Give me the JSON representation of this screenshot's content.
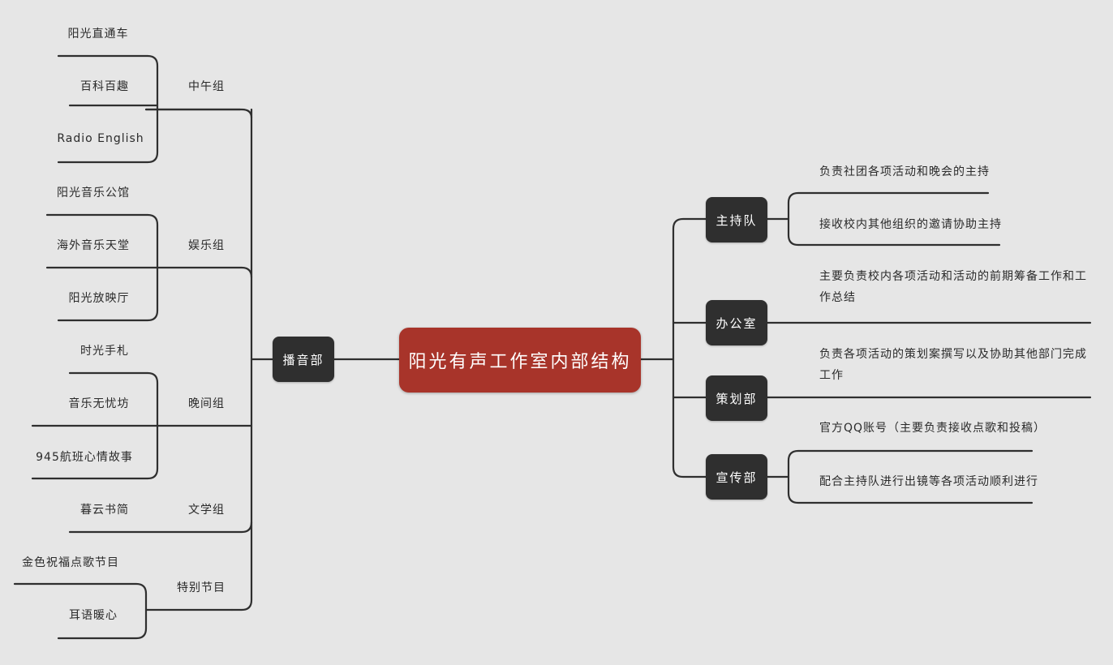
{
  "root": {
    "label": "阳光有声工作室内部结构"
  },
  "left": {
    "label": "播音部",
    "groups": [
      {
        "label": "中午组",
        "items": [
          "阳光直通车",
          "百科百趣",
          "Radio English"
        ]
      },
      {
        "label": "娱乐组",
        "items": [
          "阳光音乐公馆",
          "海外音乐天堂",
          "阳光放映厅"
        ]
      },
      {
        "label": "晚间组",
        "items": [
          "时光手札",
          "音乐无忧坊",
          "945航班心情故事"
        ]
      },
      {
        "label": "文学组",
        "items": [
          "暮云书简"
        ]
      },
      {
        "label": "特别节目",
        "items": [
          "金色祝福点歌节目",
          "耳语暖心"
        ]
      }
    ]
  },
  "right": [
    {
      "label": "主持队",
      "items": [
        "负责社团各项活动和晚会的主持",
        "接收校内其他组织的邀请协助主持"
      ]
    },
    {
      "label": "办公室",
      "items": [
        "主要负责校内各项活动和活动的前期筹备工作和工作总结"
      ]
    },
    {
      "label": "策划部",
      "items": [
        "负责各项活动的策划案撰写以及协助其他部门完成工作"
      ]
    },
    {
      "label": "宣传部",
      "items": [
        "官方QQ账号（主要负责接收点歌和投稿）",
        "配合主持队进行出镜等各项活动顺利进行"
      ]
    }
  ]
}
